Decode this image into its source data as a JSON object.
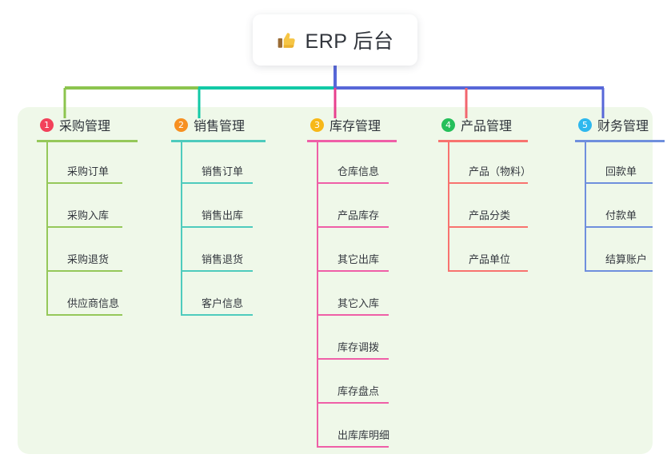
{
  "root": {
    "icon": "thumbs-up-icon",
    "title": "ERP 后台"
  },
  "colors": {
    "panel_bg": "#eff8e9",
    "page_bg": "#ffffff",
    "root_text": "#31353c",
    "bus_green": "#8cc44e",
    "bus_teal": "#12c9a6",
    "bus_blue": "#5767d8",
    "drop_green": "#8cc44e",
    "drop_teal": "#12c9a6",
    "drop_pink": "#e8408e",
    "drop_red": "#f2666e",
    "drop_blue": "#5767d8",
    "stem_blue": "#5767d8"
  },
  "columns": [
    {
      "index": "1",
      "title": "采购管理",
      "badge_color": "#f2415a",
      "line_color": "#95c85a",
      "children": [
        "采购订单",
        "采购入库",
        "采购退货",
        "供应商信息"
      ]
    },
    {
      "index": "2",
      "title": "销售管理",
      "badge_color": "#f79021",
      "line_color": "#4ecbbd",
      "children": [
        "销售订单",
        "销售出库",
        "销售退货",
        "客户信息"
      ]
    },
    {
      "index": "3",
      "title": "库存管理",
      "badge_color": "#f7b818",
      "line_color": "#ef5fa7",
      "children": [
        "仓库信息",
        "产品库存",
        "其它出库",
        "其它入库",
        "库存调拨",
        "库存盘点",
        "出库库明细"
      ]
    },
    {
      "index": "4",
      "title": "产品管理",
      "badge_color": "#25bf5a",
      "line_color": "#f8736f",
      "children": [
        "产品（物料）",
        "产品分类",
        "产品单位"
      ]
    },
    {
      "index": "5",
      "title": "财务管理",
      "badge_color": "#2eb8ee",
      "line_color": "#6f8fdd",
      "children": [
        "回款单",
        "付款单",
        "结算账户"
      ]
    }
  ]
}
